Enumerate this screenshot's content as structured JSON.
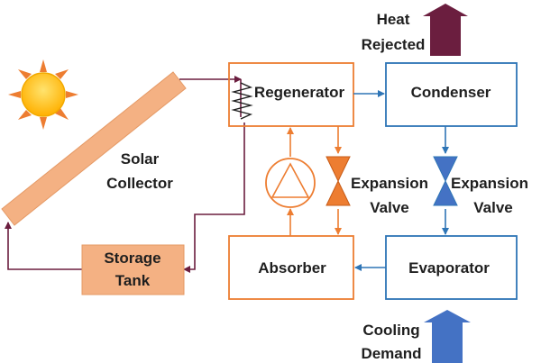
{
  "labels": {
    "heat_rejected_line1": "Heat",
    "heat_rejected_line2": "Rejected",
    "solar_collector_line1": "Solar",
    "solar_collector_line2": "Collector",
    "regenerator": "Regenerator",
    "condenser": "Condenser",
    "expansion_valve_left_line1": "Expansion",
    "expansion_valve_left_line2": "Valve",
    "expansion_valve_right_line1": "Expansion",
    "expansion_valve_right_line2": "Valve",
    "storage_tank_line1": "Storage",
    "storage_tank_line2": "Tank",
    "absorber": "Absorber",
    "evaporator": "Evaporator",
    "cooling_demand_line1": "Cooling",
    "cooling_demand_line2": "Demand"
  },
  "colors": {
    "solar_loop": "#6b1e3f",
    "absorption_loop": "#ed7d31",
    "refrigerant_loop": "#2e75b6",
    "heat_rejected_arrow": "#6b1e3f",
    "cooling_demand_arrow": "#4472c4",
    "collector_fill": "#f4b183",
    "storage_fill": "#f4b183",
    "sun_core": "#ffc000",
    "sun_rays": "#ed7d31"
  }
}
